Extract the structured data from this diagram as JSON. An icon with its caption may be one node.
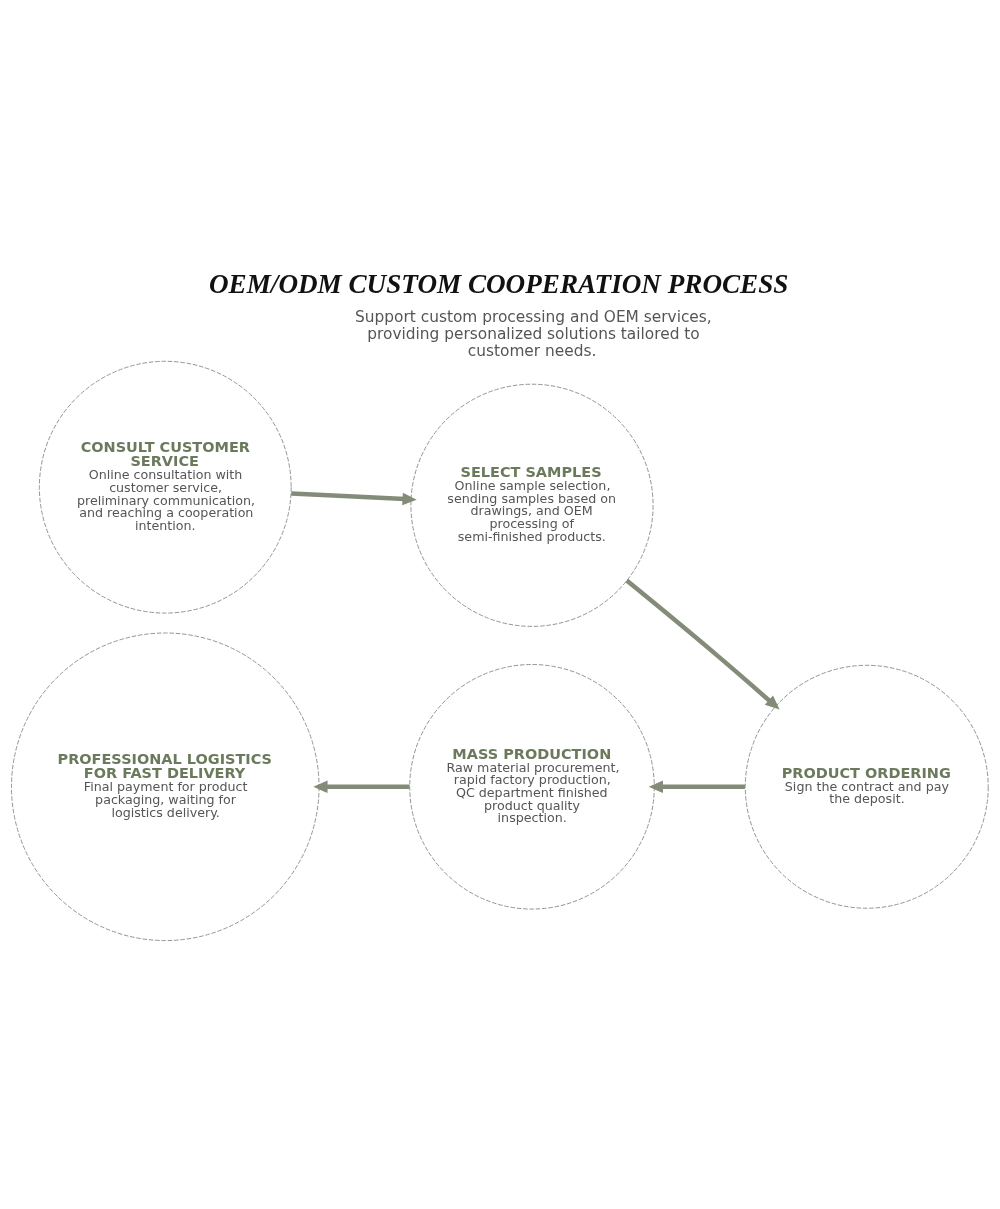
{
  "diagram": {
    "title": "OEM/ODM CUSTOM COOPERATION PROCESS",
    "nodes": [
      {
        "text": [
          "CONSULT CUSTOMER SERVICE",
          "Online consultation with customer service, preliminary communication, and reaching a cooperation intention."
        ]
      },
      {
        "text": [
          "SELECT SAMPLES",
          "Online sample selection, sending samples based on drawings, and OEM processing of semi-finished products."
        ]
      },
      {
        "text": [
          "PROFESSIONAL LOGISTICS FOR FAST DELIVERY",
          "Final payment for product packaging, waiting for logistics delivery."
        ]
      },
      {
        "text": [
          "MASS PRODUCTION",
          "Raw material procurement, rapid factory production, QC department finished product quality inspection."
        ]
      },
      {
        "text": [
          "PRODUCT ORDERING",
          "Sign the contract and pay the deposit."
        ]
      }
    ],
    "edges": [
      {
        "from": 0,
        "to": 1,
        "arrow": "to"
      },
      {
        "from": 1,
        "to": 4,
        "arrow": "to"
      },
      {
        "from": 4,
        "to": 3,
        "arrow": "to"
      },
      {
        "from": 3,
        "to": 2,
        "arrow": "to"
      }
    ],
    "labels": [
      "Support custom processing and OEM services, providing personalized solutions tailored to customer needs."
    ]
  }
}
